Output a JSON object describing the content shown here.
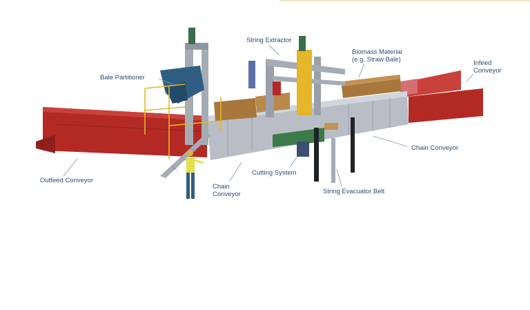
{
  "labels": {
    "string_extractor": "String Extractor",
    "biomass_line1": "Biomass Material",
    "biomass_line2": "(e.g. Straw Bale)",
    "infeed_line1": "Infeed",
    "infeed_line2": "Conveyor",
    "bale_partitioner": "Bale Partitioner",
    "chain_conveyor_right": "Chain Conveyor",
    "outfeed_conveyor": "Outfeed Conveyor",
    "chain_conveyor_left_line1": "Chain",
    "chain_conveyor_left_line2": "Conveyor",
    "cutting_system": "Cutting System",
    "string_evacuator_belt": "String Evacuator Belt"
  },
  "colors": {
    "label_text": "#2a4a70",
    "leader_line": "#8a9aae",
    "conveyor_red": "#b32a25",
    "frame_grey": "#b9bec6",
    "straw_brown": "#a8773c",
    "safety_yellow": "#e5b52a",
    "partitioner_blue": "#2f5e82",
    "belt_green": "#3c7a4a"
  }
}
